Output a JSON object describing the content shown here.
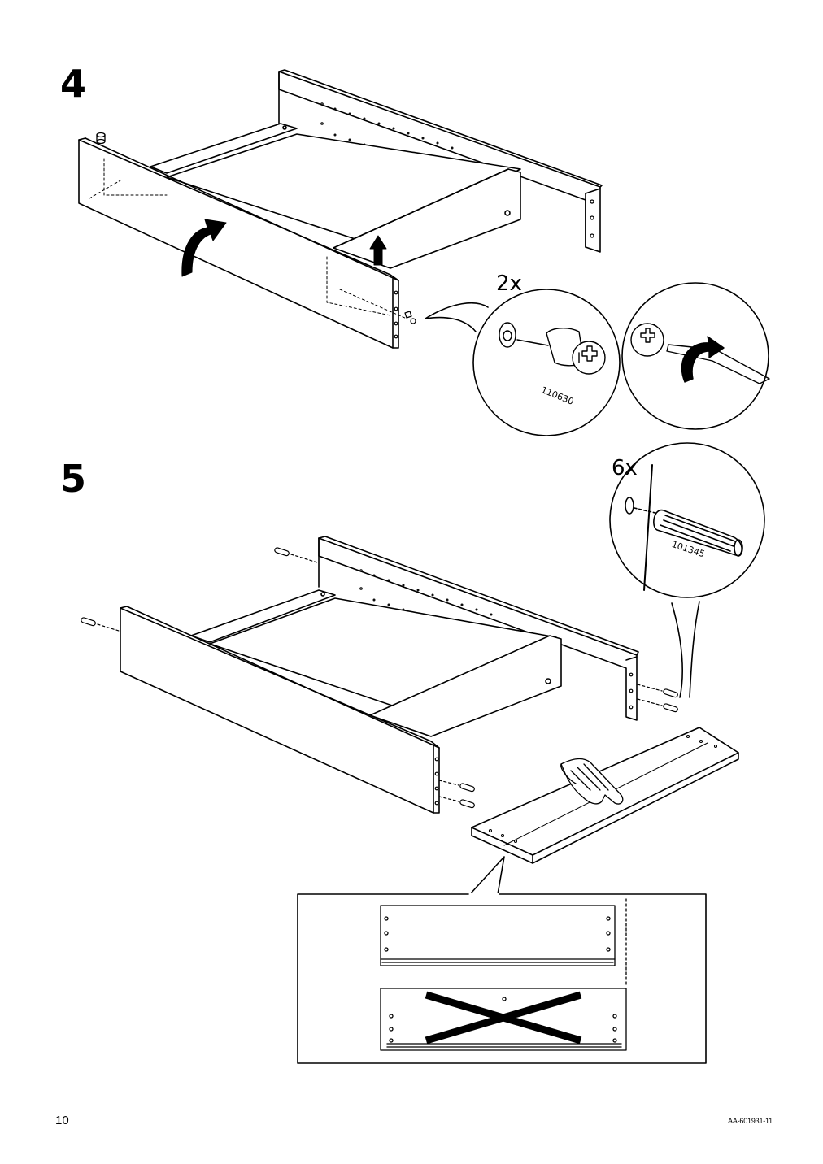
{
  "steps": [
    {
      "number": "4",
      "quantity": "2x",
      "part_number": "110630"
    },
    {
      "number": "5",
      "quantity": "6x",
      "part_number": "101345"
    }
  ],
  "footer": {
    "page_number": "10",
    "document_id": "AA-601931-11"
  },
  "icons": [
    "rotate-arrow-icon",
    "up-arrow-icon",
    "cam-lock-fitting-icon",
    "screwdriver-icon",
    "wooden-dowel-icon",
    "hand-press-icon",
    "correct-orientation-icon",
    "incorrect-orientation-cross-icon"
  ]
}
